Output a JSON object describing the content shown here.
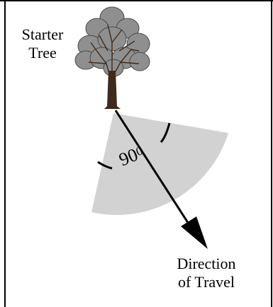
{
  "tree_label": {
    "line1": "Starter",
    "line2": "Tree"
  },
  "angle_label": {
    "value": "90",
    "unit": "0"
  },
  "direction_label": {
    "line1": "Direction",
    "line2": "of Travel"
  },
  "colors": {
    "sector_fill": "#d2d2d2",
    "foliage_fill": "#8f8f8f",
    "trunk": "#3f2a1c",
    "lines": "#000000"
  },
  "icons": [
    "tree-icon",
    "arrow-head-icon"
  ]
}
